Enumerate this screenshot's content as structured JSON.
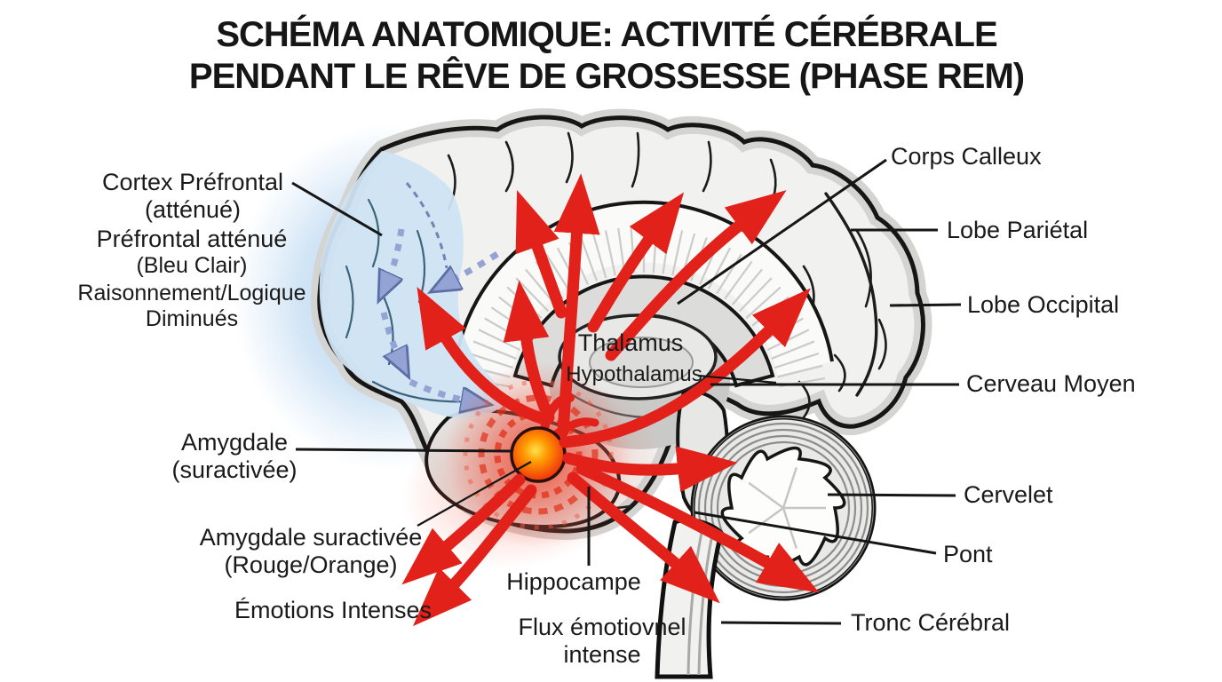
{
  "title": {
    "line1": "SCHÉMA ANATOMIQUE: ACTIVITÉ CÉRÉBRALE",
    "line2": "PENDANT LE RÊVE DE GROSSESSE (PHASE REM)"
  },
  "labels": {
    "cortex_prefrontal": {
      "line1": "Cortex Préfrontal",
      "line2": "(atténué)"
    },
    "prefrontal_attenue": {
      "line1": "Préfrontal atténué",
      "line2": "(Bleu Clair)"
    },
    "raisonnement": {
      "line1": "Raisonnement/Logique",
      "line2": "Diminués"
    },
    "amygdale": {
      "line1": "Amygdale",
      "line2": "(suractivée)"
    },
    "amygdale_suractivee": {
      "line1": "Amygdale suractivée",
      "line2": "(Rouge/Orange)"
    },
    "emotions_intenses": "Émotions Intenses",
    "thalamus": "Thalamus",
    "hypothalamus": "Hypothalamus",
    "hippocampe": "Hippocampe",
    "flux_emotionnel": {
      "line1": "Flux émotiovnel",
      "line2": "intense"
    },
    "corps_calleux": "Corps Calleux",
    "lobe_parietal": "Lobe Pariétal",
    "lobe_occipital": "Lobe Occipital",
    "cerveau_moyen": "Cerveau Moyen",
    "cervelet": "Cervelet",
    "pont": "Pont",
    "tronc_cerebral": "Tronc Cérébral"
  },
  "colors": {
    "arrow_red": "#e2221a",
    "amygdala_core_orange": "#ff9800",
    "amygdala_glow": "#f04830",
    "prefrontal_blue": "#cfe3f2",
    "dashed_arrow_blue": "#93a4d4",
    "brain_gray": "#f1f1ef",
    "outline_black": "#161616",
    "text_color": "#1a1a1a",
    "background": "#ffffff"
  }
}
